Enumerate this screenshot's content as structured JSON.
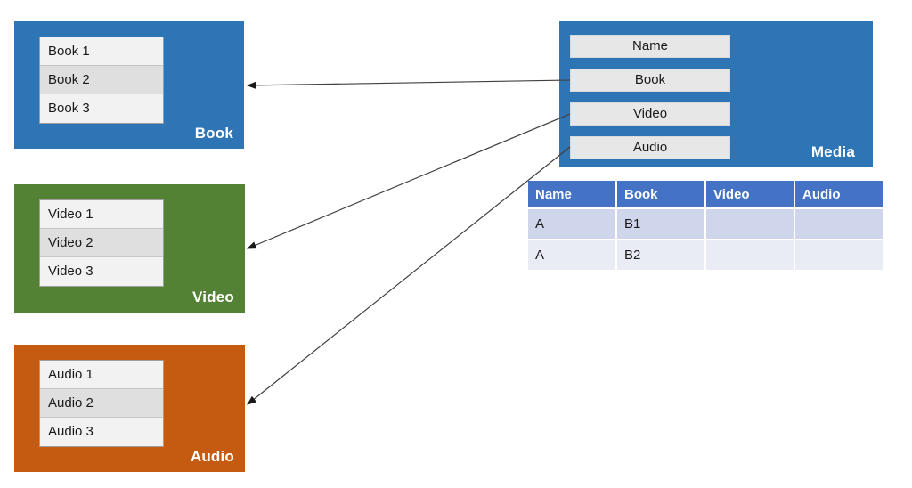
{
  "entities": {
    "book": {
      "label": "Book",
      "color": "#2E75B6",
      "items": [
        "Book 1",
        "Book 2",
        "Book 3"
      ]
    },
    "video": {
      "label": "Video",
      "color": "#548235",
      "items": [
        "Video 1",
        "Video 2",
        "Video 3"
      ]
    },
    "audio": {
      "label": "Audio",
      "color": "#C55A11",
      "items": [
        "Audio 1",
        "Audio 2",
        "Audio 3"
      ]
    },
    "media": {
      "label": "Media",
      "color": "#2E75B6",
      "fields": [
        "Name",
        "Book",
        "Video",
        "Audio"
      ]
    }
  },
  "table": {
    "headers": [
      "Name",
      "Book",
      "Video",
      "Audio"
    ],
    "rows": [
      [
        "A",
        "B1",
        "",
        ""
      ],
      [
        "A",
        "B2",
        "",
        ""
      ]
    ],
    "colors": {
      "header_bg": "#4472C4",
      "header_text": "#FFFFFF",
      "row1_bg": "#CFD5EA",
      "row2_bg": "#E9EBF5"
    }
  },
  "arrows": [
    {
      "from": "media-field-book",
      "to": "book-entity"
    },
    {
      "from": "media-field-video",
      "to": "video-entity"
    },
    {
      "from": "media-field-audio",
      "to": "audio-entity"
    }
  ]
}
